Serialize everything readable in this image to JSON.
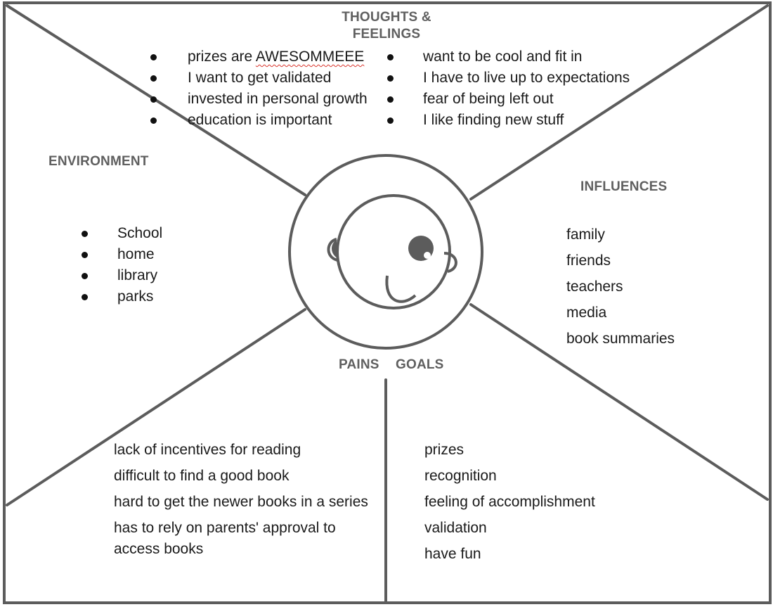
{
  "headings": {
    "thoughts_line1": "THOUGHTS &",
    "thoughts_line2": "FEELINGS",
    "environment": "ENVIRONMENT",
    "influences": "INFLUENCES",
    "pains": "PAINS",
    "goals": "GOALS"
  },
  "thoughts_left": [
    {
      "text": "prizes are ",
      "flagged": "AWESOMMEEE"
    },
    {
      "text": "I want to get validated"
    },
    {
      "text": "invested in personal growth"
    },
    {
      "text": "education is important"
    }
  ],
  "thoughts_right": [
    {
      "text": "want to be cool and fit in"
    },
    {
      "text": "I have to live up to expectations"
    },
    {
      "text": "fear of being left out"
    },
    {
      "text": "I like finding new stuff"
    }
  ],
  "environment": [
    "School",
    "home",
    "library",
    "parks"
  ],
  "influences": [
    "family",
    "friends",
    "teachers",
    "media",
    "book summaries"
  ],
  "pains": [
    "lack of incentives for reading",
    "difficult to find a good book",
    "hard to get the newer books in a series",
    "has to rely on parents' approval to",
    "access books"
  ],
  "goals": [
    "prizes",
    "recognition",
    "feeling of accomplishment",
    "validation",
    "have fun"
  ],
  "colors": {
    "stroke": "#5c5c5c",
    "heading": "#5f5f5f",
    "text": "#1a1a1a",
    "spellcheck": "#d9342b"
  },
  "icons": {
    "center": "face-icon"
  }
}
